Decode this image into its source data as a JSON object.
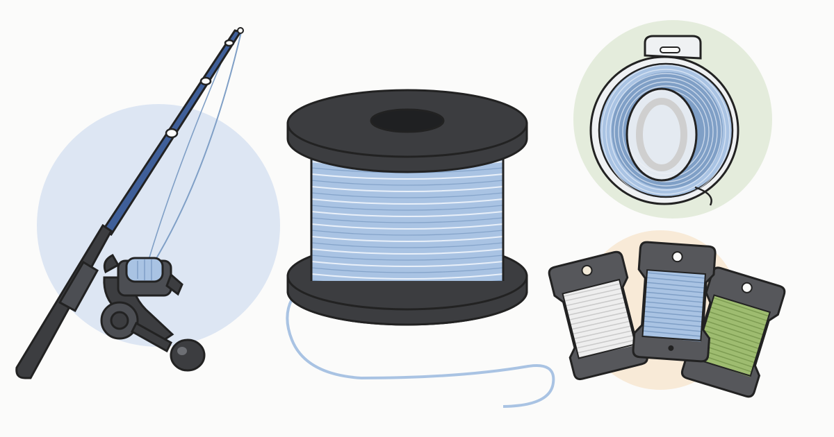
{
  "colors": {
    "background": "#fbfbfa",
    "outline": "#222222",
    "line_blue": "#a9c3e3",
    "line_blue_dark": "#7f9fc6",
    "spool_black": "#3c3d40",
    "rod_blue": "#3f5f99",
    "circle_blue": "#dde6f3",
    "circle_green": "#e4ecdc",
    "circle_peach": "#f8ead7",
    "card_white_line": "#eeeeee",
    "card_blue_line": "#a9c3e3",
    "card_green_line": "#9ebc70",
    "card_body": "#56575b"
  },
  "illustration": {
    "items": [
      {
        "name": "fishing-rod-with-spinning-reel",
        "icon": "fishing-rod-icon"
      },
      {
        "name": "bulk-line-spool",
        "icon": "line-spool-icon"
      },
      {
        "name": "clear-line-clam-pack",
        "icon": "line-pack-icon"
      },
      {
        "name": "line-winding-cards",
        "icon": "winder-cards-icon",
        "line_colors": [
          "white",
          "blue",
          "green"
        ]
      }
    ]
  }
}
